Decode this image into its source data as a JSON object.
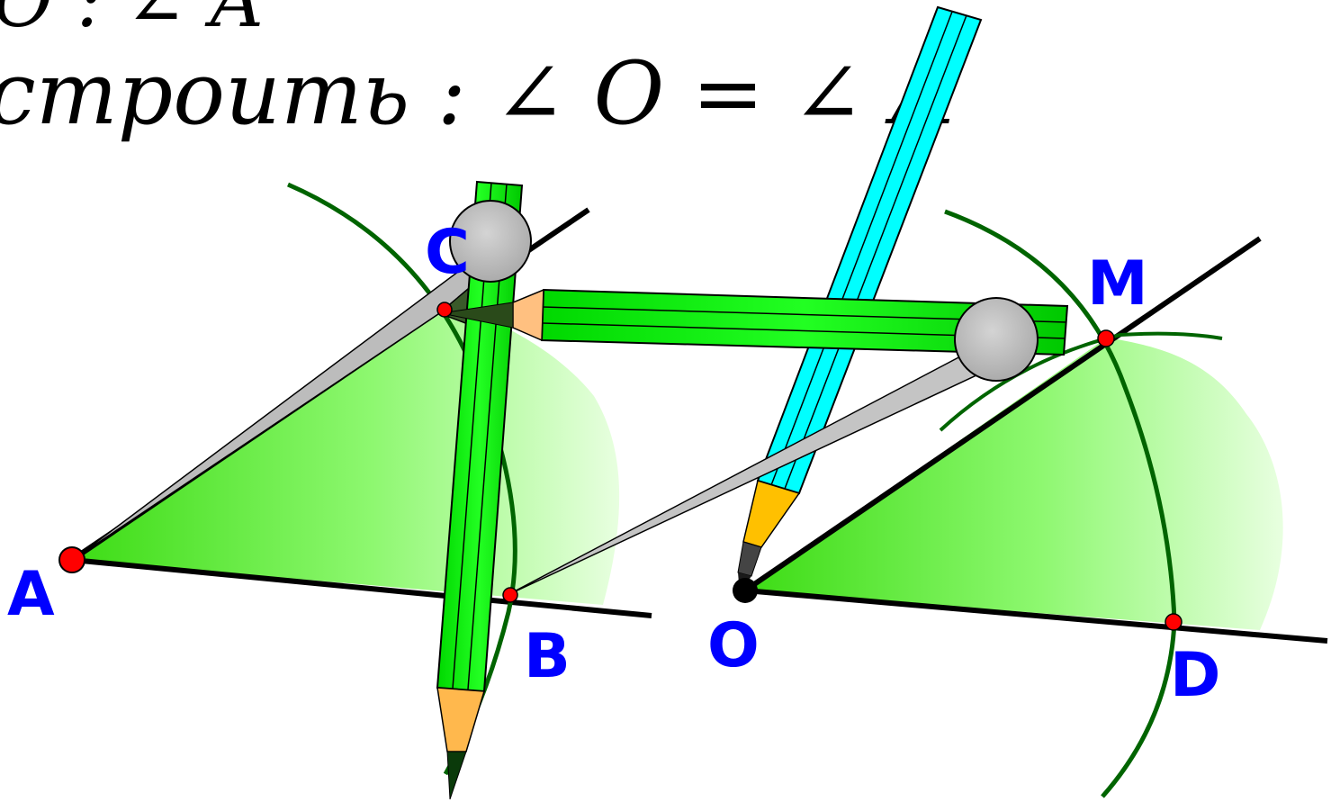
{
  "task": {
    "line1": "О : ∠ A",
    "line2": "строить : ∠ O = ∠ A"
  },
  "points": {
    "A": "A",
    "B": "B",
    "C": "C",
    "O": "O",
    "M": "M",
    "D": "D"
  },
  "colors": {
    "sector_fill": "#4cf028",
    "arc": "#006400",
    "ray": "#000000",
    "point": "#ff0000",
    "label": "#0000ff",
    "pencil_green": "#00ff00",
    "pencil_cyan": "#00ffff",
    "pencil_tip": "#ffc000",
    "compass_metal": "#c0c0c0"
  },
  "icons": [
    "compass-icon",
    "pencil-icon"
  ]
}
